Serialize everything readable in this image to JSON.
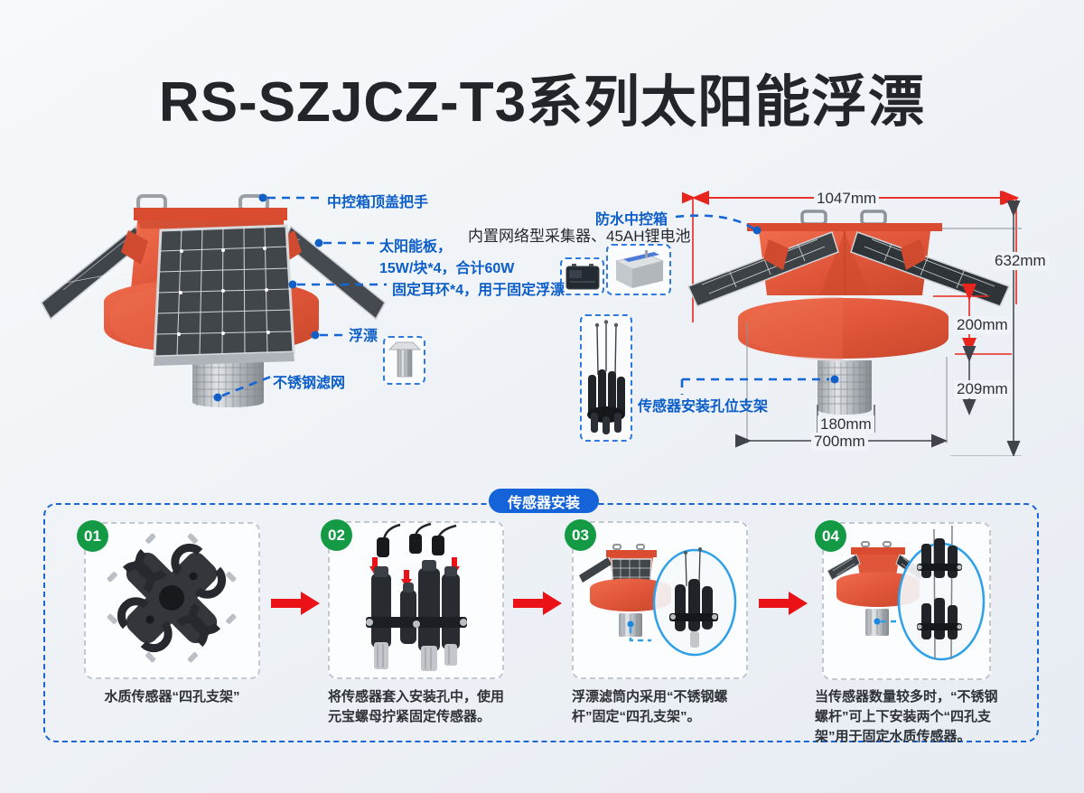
{
  "page": {
    "title": "RS-SZJCZ-T3系列太阳能浮漂"
  },
  "colors": {
    "accent_blue": "#0c5ec9",
    "dim_red": "#e8251d",
    "dim_dark": "#3f444a",
    "arrow_red": "#ea1216",
    "badge_green": "#149a44",
    "float_red": "#e0563a",
    "header_badge_blue": "#1463d8"
  },
  "left_callouts": {
    "handle": "中控箱顶盖把手",
    "solar_line1": "太阳能板，",
    "solar_line2": "15W/块*4，合计60W",
    "ear": "固定耳环*4，用于固定浮漂",
    "float": "浮漂",
    "filter": "不锈钢滤网"
  },
  "middle": {
    "waterproof_box": "防水中控箱",
    "builtin": "内置网络型采集器、45AH锂电池",
    "sensor_bracket": "传感器安装孔位支架"
  },
  "dimensions": {
    "overall_width": "1047mm",
    "overall_height": "632mm",
    "panel_to_float": "200mm",
    "float_to_filter_bottom": "209mm",
    "filter_diameter": "180mm",
    "float_diameter": "700mm"
  },
  "install": {
    "header": "传感器安装",
    "steps": [
      {
        "num": "01",
        "caption": "水质传感器“四孔支架”"
      },
      {
        "num": "02",
        "caption": "将传感器套入安装孔中，使用元宝螺母拧紧固定传感器。"
      },
      {
        "num": "03",
        "caption": "浮漂滤筒内采用“不锈钢螺杆”固定“四孔支架”。"
      },
      {
        "num": "04",
        "caption": "当传感器数量较多时，“不锈钢螺杆”可上下安装两个“四孔支架”用于固定水质传感器。"
      }
    ]
  }
}
